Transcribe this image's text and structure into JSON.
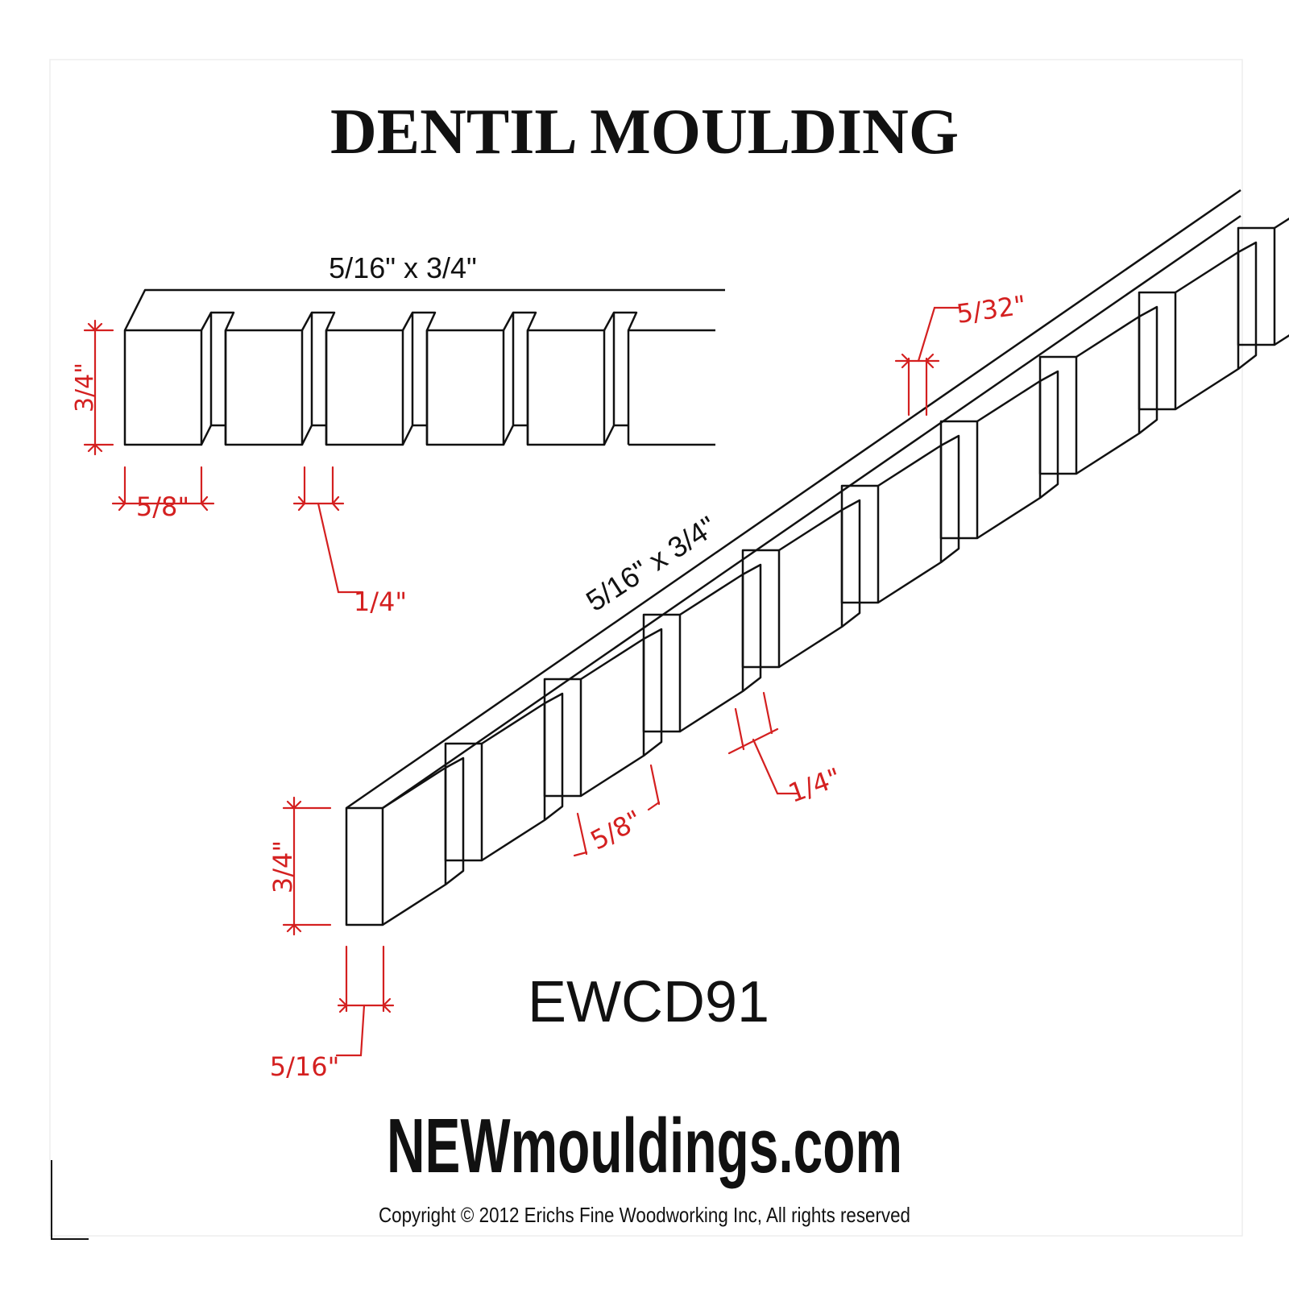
{
  "title": "DENTIL MOULDING",
  "front_view": {
    "size_label": "5/16\" x 3/4\"",
    "height_dim": "3/4\"",
    "width_dim": "5/8\"",
    "gap_dim": "1/4\""
  },
  "iso_view": {
    "size_label": "5/16\" x 3/4\"",
    "depth_dim": "5/32\"",
    "height_dim": "3/4\"",
    "width_dim": "5/8\"",
    "gap_dim": "1/4\"",
    "thickness_dim": "5/16\""
  },
  "part_number": "EWCD91",
  "brand": "NEWmouldings.com",
  "copyright": "Copyright © 2012 Erichs Fine Woodworking Inc, All rights reserved",
  "colors": {
    "ink": "#111111",
    "dimension": "#d42020"
  }
}
